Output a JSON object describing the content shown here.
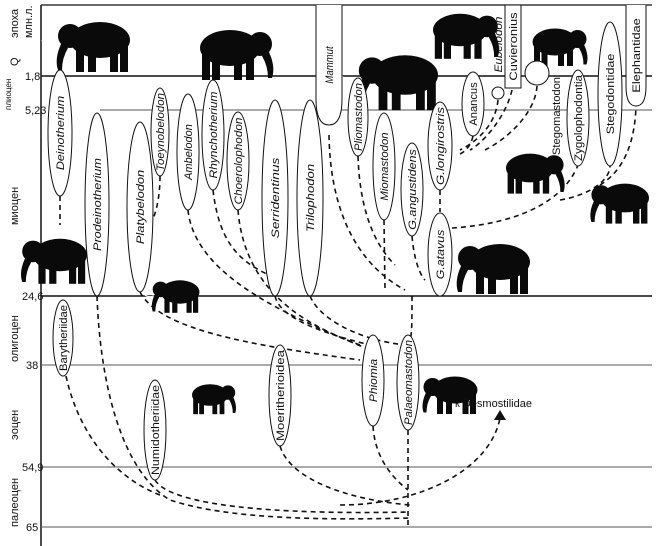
{
  "axis": {
    "epoch_header": "эпоха",
    "age_header": "млн.л.",
    "epochs": [
      "Q",
      "плиоцен",
      "миоцен",
      "олигоцен",
      "эоцен",
      "палеоцен"
    ],
    "ages": [
      "1,8",
      "5,23",
      "24,6",
      "38",
      "54,9",
      "65"
    ]
  },
  "taxa": {
    "deinotherium": "Deinotherium",
    "prodeinotherium": "Prodeinotherium",
    "platybelodon": "Platybelodon",
    "toeynobelodon": "Toeynobelodon",
    "ambelodon": "Ambelodon",
    "rhynchotherium": "Rhynchotherium",
    "choerolophodon": "Choerolophodon",
    "serridentinus": "Serridentinus",
    "trilophodon": "Trilophodon",
    "mammut": "Mammut",
    "pliomastodon": "Pliomastodon",
    "miomastodon": "Miomastodon",
    "g_angustidens": "G.angustidens",
    "g_longirostris": "G.longirostris",
    "g_atavus": "G.atavus",
    "anancus": "Anancus",
    "eubelodon": "Eubelodon",
    "cuvieronius": "Cuvieronius",
    "stegomastodon": "Stegomastodon",
    "zygolophodontia": "Zygolophodontia",
    "stegodontidae": "Stegodontidae",
    "elephantidae": "Elephantidae",
    "barytheriidae": "Barytheriidae",
    "numidotheriidae": "Numidotheriidae",
    "moeritherioidea": "Moeritherioidea",
    "phiomia": "Phiomia",
    "palaeomastodon": "Palaeomastodon"
  },
  "annotation": "к Desmostilidae"
}
